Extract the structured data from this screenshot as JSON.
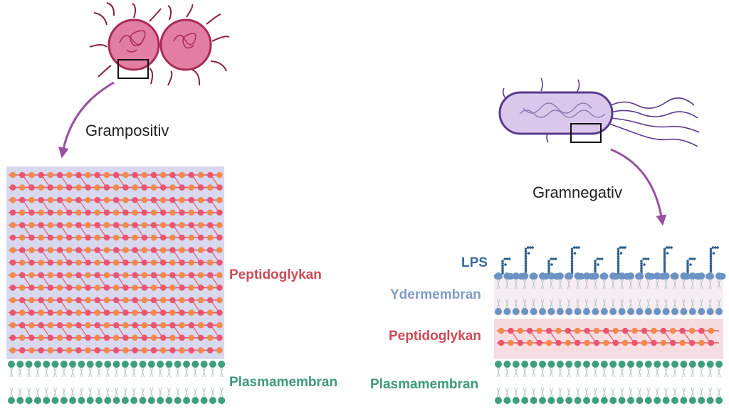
{
  "diagram": {
    "gram_positive": {
      "title": "Grampositiv",
      "layers": [
        {
          "label": "Peptidoglykan",
          "color": "#cc4b55"
        },
        {
          "label": "Plasmamembran",
          "color": "#3e9a7c"
        }
      ]
    },
    "gram_negative": {
      "title": "Gramnegativ",
      "layers": [
        {
          "label": "LPS",
          "color": "#3a6a9e"
        },
        {
          "label": "Ydermembran",
          "color": "#7f9cc8"
        },
        {
          "label": "Peptidoglykan",
          "color": "#cc4b55"
        },
        {
          "label": "Plasmamembran",
          "color": "#3e9a7c"
        }
      ]
    },
    "colors": {
      "arrow": "#9a4fa3",
      "wall_bg": "#d8d8ef",
      "pg_bg": "#f6dde2",
      "om_bg": "#f7eef4",
      "strand": "#e35a6a",
      "bead_orange": "#f28a4a",
      "bead_pink": "#e9566d",
      "head_green": "#3f9e7e",
      "head_blue": "#6b93c4",
      "lps_dot": "#2f5f8f",
      "cocci": "#e27ea2",
      "cocci_edge": "#a82a55",
      "rod": "#d9c8ec",
      "rod_edge": "#5b3b8c"
    }
  }
}
